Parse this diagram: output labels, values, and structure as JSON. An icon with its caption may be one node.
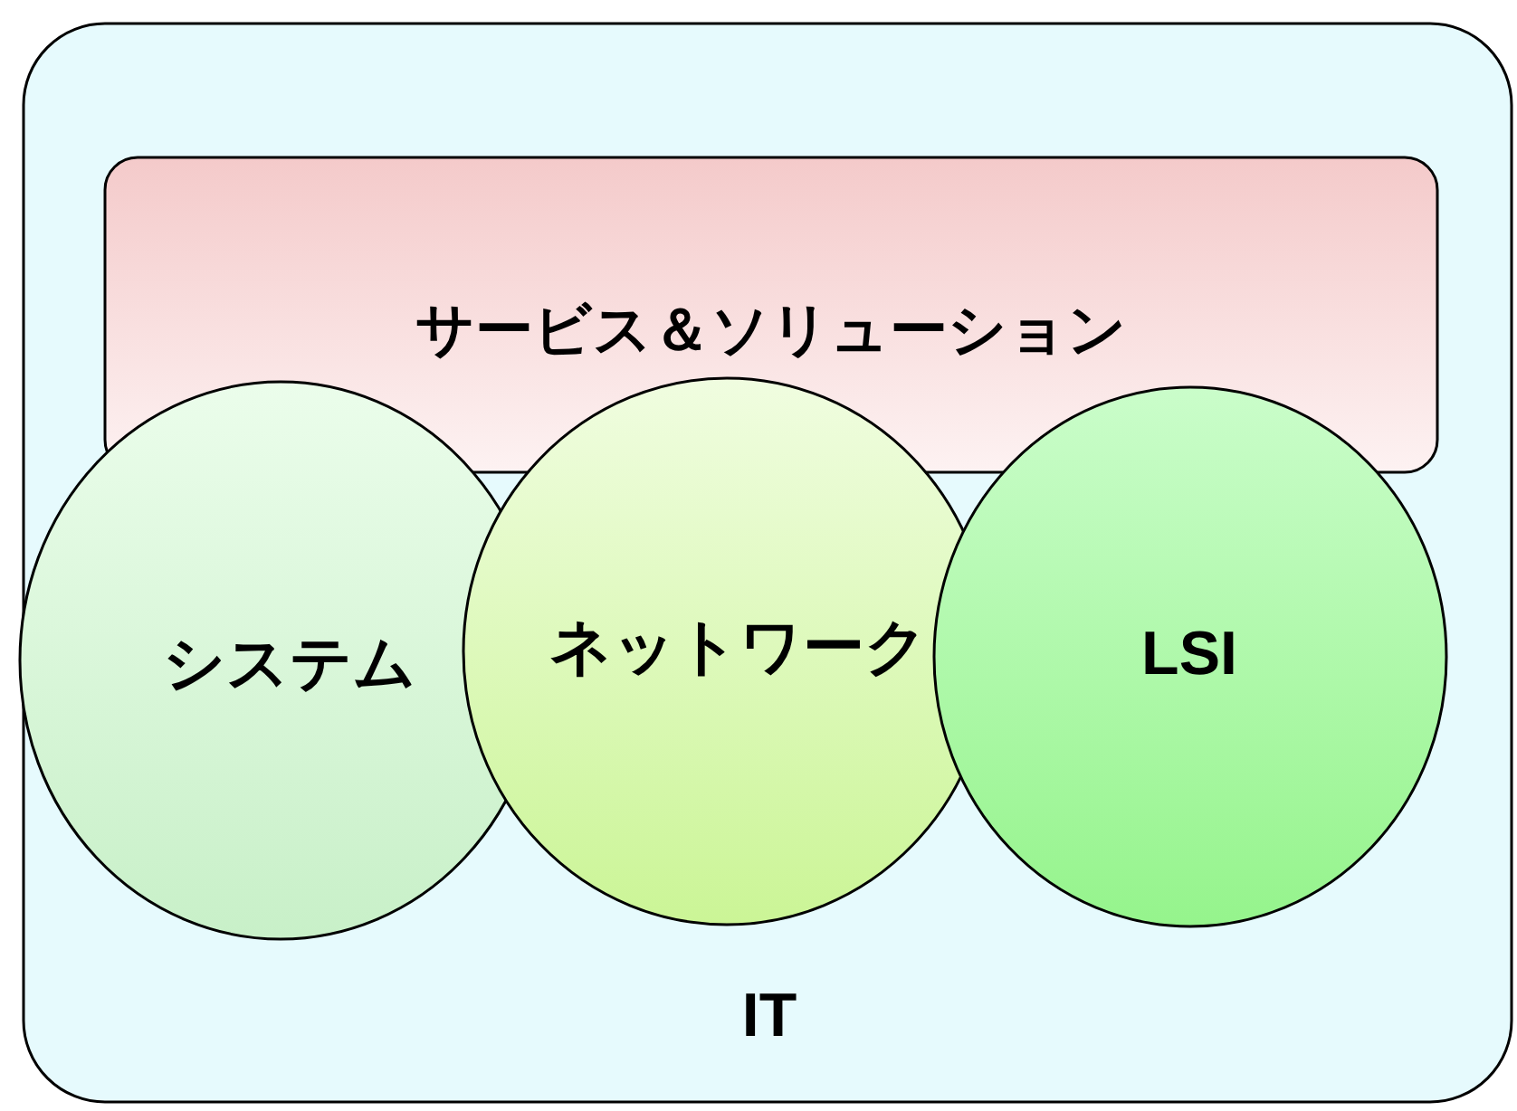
{
  "diagram": {
    "nodes": [
      {
        "text": [
          "IT"
        ]
      },
      {
        "text": [
          "サービス＆ソリューション"
        ],
        "in": 0
      },
      {
        "text": [
          "システム"
        ],
        "in": 0
      },
      {
        "text": [
          "ネットワーク"
        ],
        "in": 0
      },
      {
        "text": [
          "LSI"
        ],
        "in": 0
      }
    ]
  }
}
